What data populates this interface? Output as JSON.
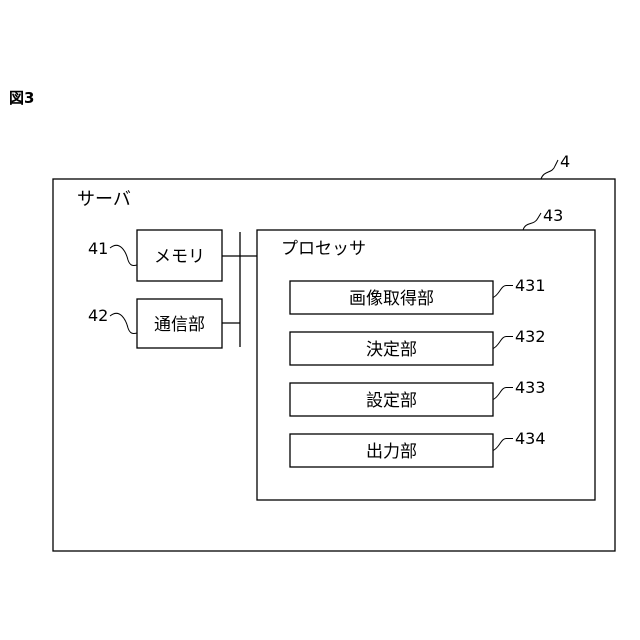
{
  "figure": {
    "label": "図3"
  },
  "server": {
    "ref": "4",
    "title": "サーバ"
  },
  "memory": {
    "ref": "41",
    "label": "メモリ"
  },
  "comm": {
    "ref": "42",
    "label": "通信部"
  },
  "processor": {
    "ref": "43",
    "title": "プロセッサ",
    "units": [
      {
        "ref": "431",
        "label": "画像取得部"
      },
      {
        "ref": "432",
        "label": "決定部"
      },
      {
        "ref": "433",
        "label": "設定部"
      },
      {
        "ref": "434",
        "label": "出力部"
      }
    ]
  },
  "colors": {
    "line": "#000000",
    "background": "#ffffff"
  }
}
